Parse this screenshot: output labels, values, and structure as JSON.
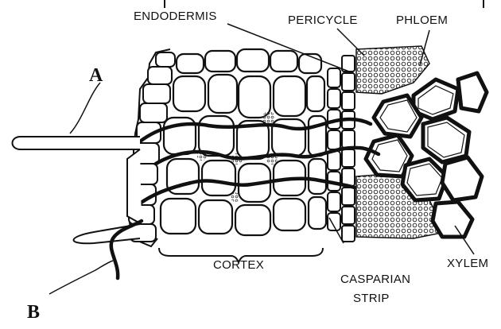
{
  "diagram": {
    "labels": {
      "endodermis": "ENDODERMIS",
      "pericycle": "PERICYCLE",
      "phloem": "PHLOEM",
      "cortex": "CORTEX",
      "casparian_line1": "CASPARIAN",
      "casparian_line2": "STRIP",
      "xylem": "XYLEM",
      "a": "A",
      "b": "B"
    },
    "colors": {
      "ink": "#111111",
      "background": "#ffffff"
    }
  }
}
